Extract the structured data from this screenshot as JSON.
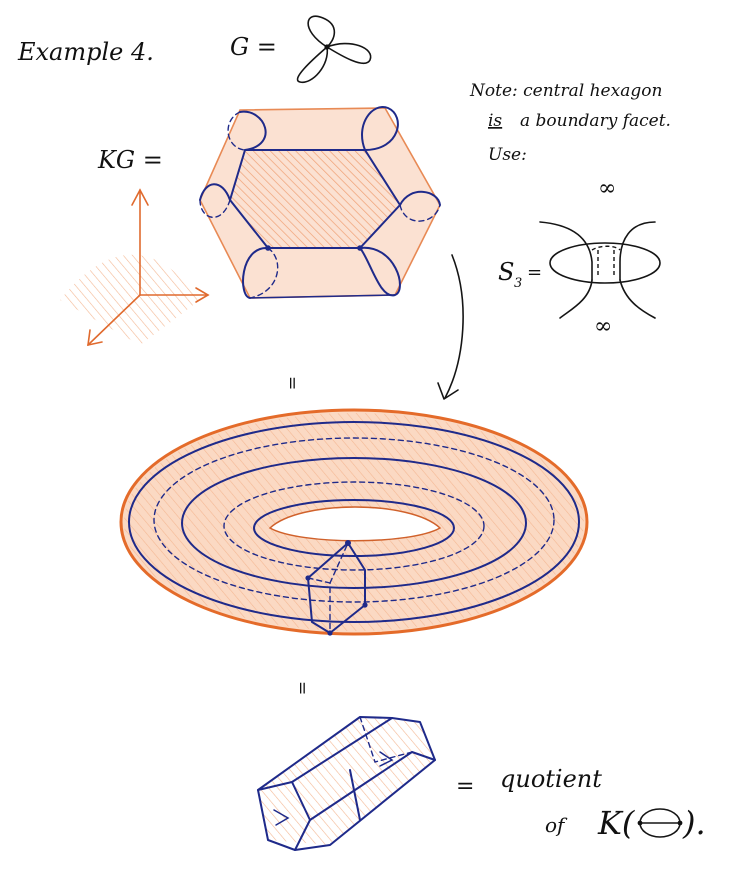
{
  "heading": "Example 4.",
  "graph_label": "G =",
  "kg_label": "KG =",
  "note_line1": "Note: central hexagon",
  "note_line2_under": "is",
  "note_line2_rest": "a boundary facet.",
  "use_label": "Use:",
  "s3_label": "S",
  "s3_sub": "3",
  "s3_eq": "=",
  "infinity_top": "∞",
  "infinity_bottom": "∞",
  "equals_mid": "=",
  "equals_lower": "=",
  "equals_right": "=",
  "quotient_line1": "quotient",
  "quotient_of": "of",
  "quotient_K": "K(",
  "quotient_close": ")."
}
